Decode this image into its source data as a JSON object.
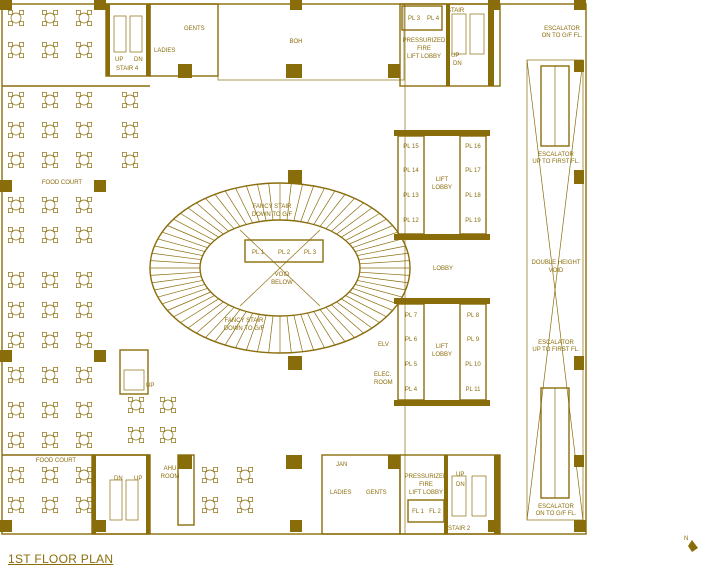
{
  "title": "1ST FLOOR PLAN",
  "north": "N",
  "colors": {
    "line": "#8a6d0b",
    "background": "#ffffff"
  },
  "labels": {
    "boh": "BOH",
    "ladies_top": "LADIES",
    "gents_top": "GENTS",
    "up_top": "UP",
    "dn_top": "DN",
    "stair4": "STAIR 4",
    "pfl_top_1": "PRESSURIZED",
    "pfl_top_2": "FIRE",
    "pfl_top_3": "LIFT LOBBY",
    "stair_top": "STAIR",
    "up_tr": "UP",
    "dn_tr": "DN",
    "esc_top_1": "ESCALATOR",
    "esc_top_2": "ON TO G/F FL.",
    "esc_mid_1": "ESCALATOR",
    "esc_mid_2": "UP TO FIRST FL.",
    "food_court_top": "FOOD COURT",
    "lift_lobby_top_1": "LIFT",
    "lift_lobby_top_2": "LOBBY",
    "stair_upper_1": "FANCY STAIR",
    "stair_upper_2": "DOWN TO G/F",
    "void_1": "VOID",
    "void_2": "BELOW",
    "stair_lower_1": "FANCY STAIR",
    "stair_lower_2": "DOWN TO G/F",
    "lobby": "LOBBY",
    "dhv_1": "DOUBLE HEIGHT",
    "dhv_2": "VOID",
    "lift_lobby_bot_1": "LIFT",
    "lift_lobby_bot_2": "LOBBY",
    "elv": "ELV",
    "elec_1": "ELEC.",
    "elec_2": "ROOM",
    "esc_low_1": "ESCALATOR",
    "esc_low_2": "UP TO FIRST FL.",
    "up_mid": "UP",
    "food_court_bot": "FOOD COURT",
    "dn_bl": "DN",
    "up_bl": "UP",
    "ahu_1": "AHU",
    "ahu_2": "ROOM",
    "jan": "JAN",
    "ladies_bot": "LADIES",
    "gents_bot": "GENTS",
    "pfl_bot_1": "PRESSURIZED",
    "pfl_bot_2": "FIRE",
    "pfl_bot_3": "LIFT LOBBY",
    "up_br": "UP",
    "dn_br": "DN",
    "stair2": "STAIR 2",
    "esc_bot_1": "ESCALATOR",
    "esc_bot_2": "ON TO G/F FL."
  },
  "lifts": {
    "top_right": [
      "PL 3",
      "PL 4"
    ],
    "void": [
      "PL 1",
      "PL 2",
      "PL 3"
    ],
    "upper_left": [
      "PL 15",
      "PL 14",
      "PL 13",
      "PL 12"
    ],
    "upper_right": [
      "PL 16",
      "PL 17",
      "PL 18",
      "PL 19"
    ],
    "lower_left": [
      "PL 7",
      "PL 6",
      "PL 5",
      "PL 4"
    ],
    "lower_right": [
      "PL 8",
      "PL 9",
      "PL 10",
      "PL 11"
    ],
    "bottom_right": [
      "FL 1",
      "FL 2"
    ]
  }
}
